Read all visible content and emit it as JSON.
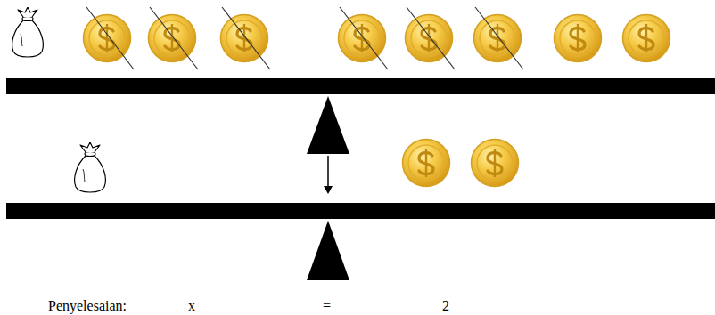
{
  "diagram": {
    "labels": [
      "Penyelesaian:",
      "x",
      "=",
      "2"
    ]
  }
}
